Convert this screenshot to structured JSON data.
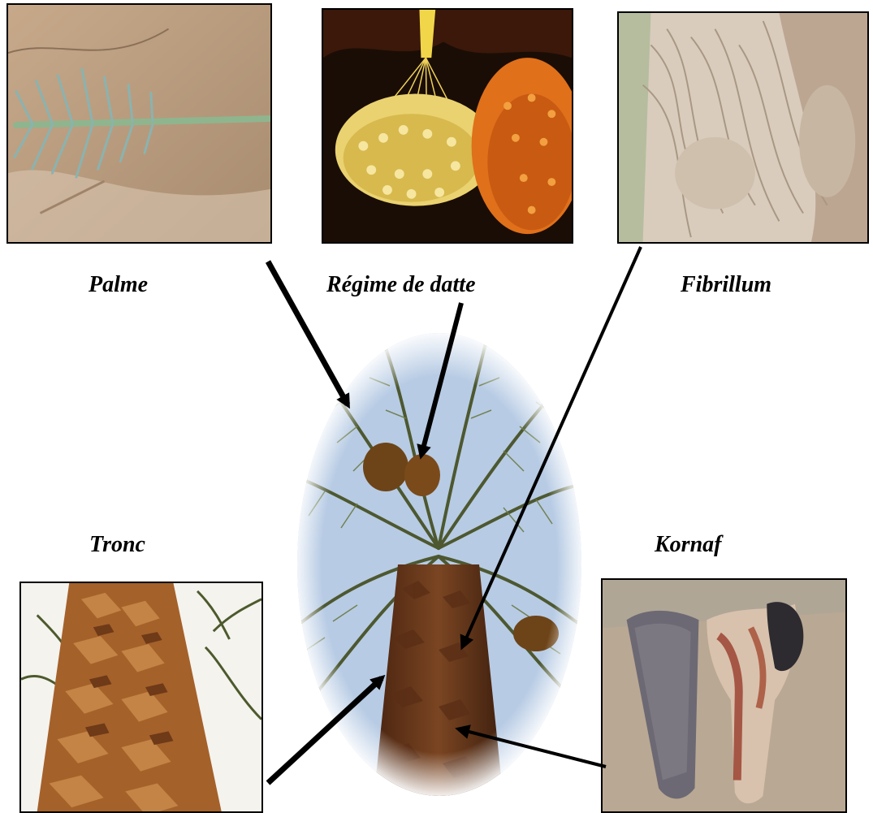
{
  "labels": {
    "palme": "Palme",
    "regime": "Régime de datte",
    "fibrillum": "Fibrillum",
    "tronc": "Tronc",
    "kornaf": "Kornaf"
  },
  "colors": {
    "arrow": "#000000",
    "sky": "#b9cde6",
    "trunk": "#6b3a1c",
    "frond": "#4e5a2a",
    "dates": "#7a4a18",
    "palme_bg": "#b89a7a",
    "palme_leaf": "#8fb8a6",
    "regime_yellow": "#f1d24a",
    "regime_orange": "#e57a1a",
    "fibril": "#c9bcaa",
    "tronc": "#b26b32",
    "kornaf_sand": "#b7a590",
    "kornaf_gray": "#6d6a72",
    "kornaf_red": "#9a3b2a"
  }
}
